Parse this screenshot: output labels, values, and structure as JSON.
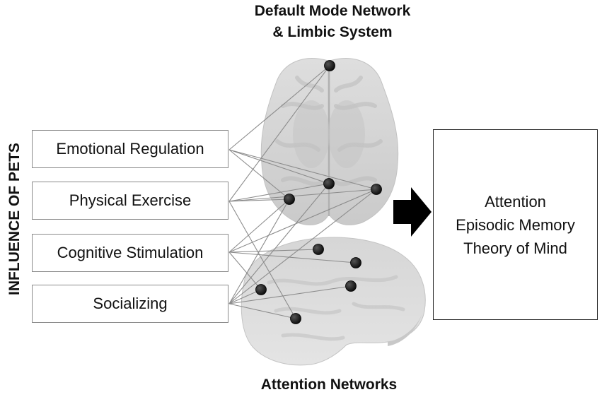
{
  "titles": {
    "top_line1": "Default Mode Network",
    "top_line2": "& Limbic System",
    "bottom": "Attention Networks",
    "side": "INFLUENCE OF PETS"
  },
  "influences": [
    {
      "id": "emotional",
      "label": "Emotional Regulation"
    },
    {
      "id": "physical",
      "label": "Physical Exercise"
    },
    {
      "id": "cognitive",
      "label": "Cognitive Stimulation"
    },
    {
      "id": "social",
      "label": "Socializing"
    }
  ],
  "outcomes": [
    "Attention",
    "Episodic Memory",
    "Theory of Mind"
  ],
  "colors": {
    "node": "#111111",
    "brain_fill": "#d4d4d4",
    "brain_shade": "#bcbcbc",
    "connector": "#8c8c8c",
    "arrow": "#000000",
    "box_border": "#8a8a8a"
  }
}
